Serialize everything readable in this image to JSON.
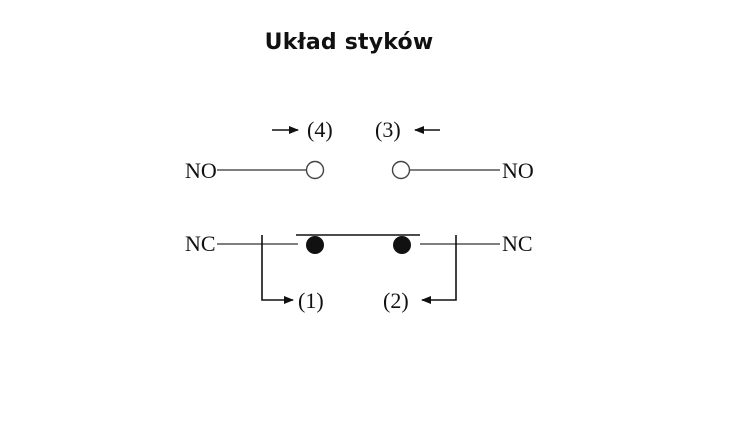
{
  "title": "Układ styków",
  "terminals": {
    "no_left": "NO",
    "no_right": "NO",
    "nc_left": "NC",
    "nc_right": "NC"
  },
  "contacts": {
    "c4": "(4)",
    "c3": "(3)",
    "c1": "(1)",
    "c2": "(2)"
  },
  "colors": {
    "ink": "#111111",
    "wire": "#555555",
    "background": "#ffffff"
  }
}
